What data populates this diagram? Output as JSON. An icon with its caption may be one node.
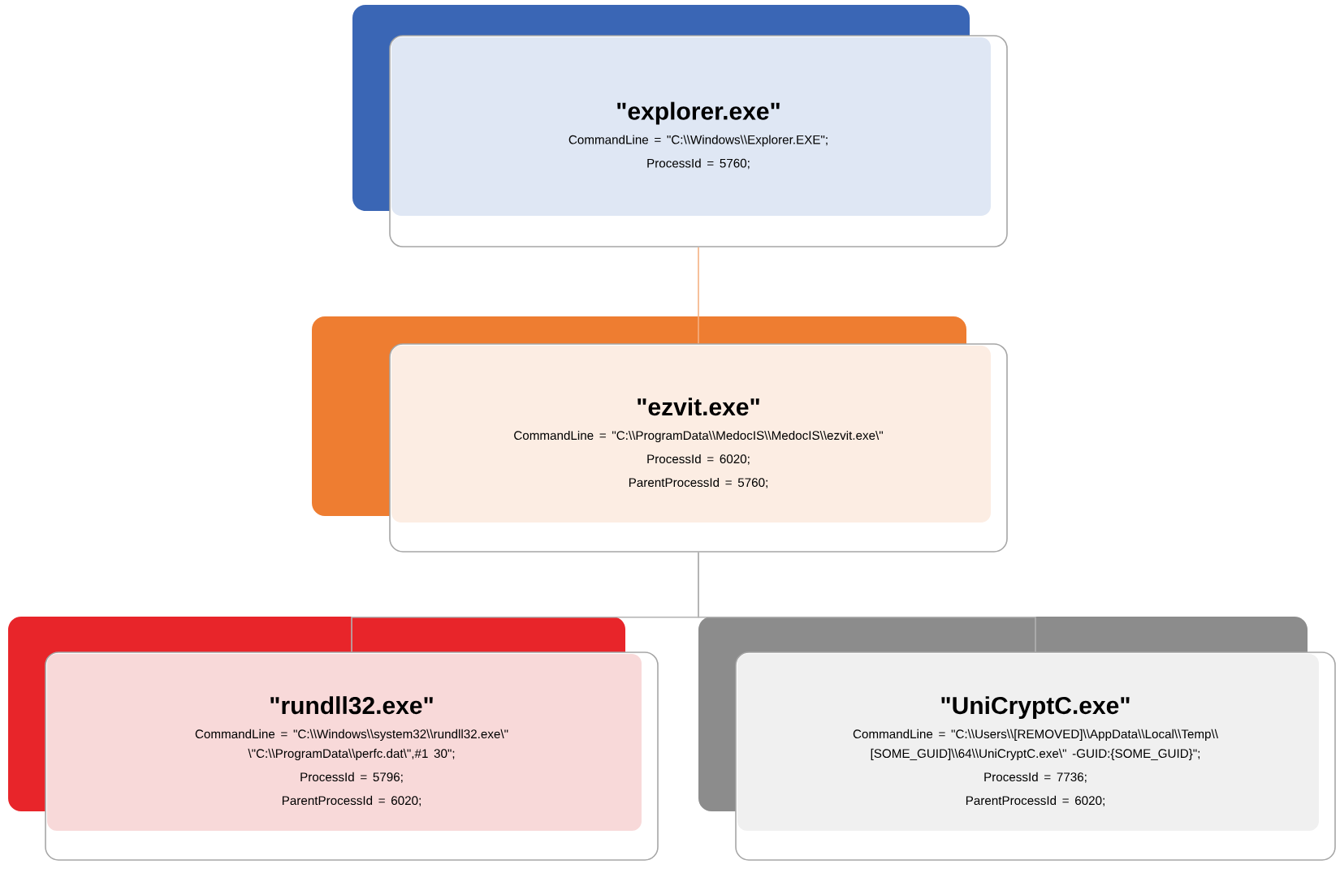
{
  "diagram": {
    "nodes": [
      {
        "text": [
          "\"explorer.exe\"",
          "CommandLine = \"C:\\\\Windows\\\\Explorer.EXE\";",
          "ProcessId = 5760;"
        ]
      },
      {
        "text": [
          "\"ezvit.exe\"",
          "CommandLine = \"C:\\\\ProgramData\\\\MedocIS\\\\MedocIS\\\\ezvit.exe\\\"",
          "ProcessId = 6020;",
          "ParentProcessId = 5760;"
        ]
      },
      {
        "text": [
          "\"rundll32.exe\"",
          "CommandLine = \"C:\\\\Windows\\\\system32\\\\rundll32.exe\\\" \\\"C:\\\\ProgramData\\\\perfc.dat\\\",#1 30\";",
          "ProcessId = 5796;",
          "ParentProcessId = 6020;"
        ]
      },
      {
        "text": [
          "\"UniCryptC.exe\"",
          "CommandLine = \"C:\\\\Users\\\\[REMOVED]\\\\AppData\\\\Local\\\\Temp\\\\ [SOME_GUID]\\\\64\\\\UniCryptC.exe\\\" -GUID:{SOME_GUID}\";",
          "ProcessId = 7736;",
          "ParentProcessId = 6020;"
        ]
      }
    ],
    "edges": [
      {
        "from": 0,
        "to": 1,
        "arrow": "none",
        "color": "#f4b183"
      },
      {
        "from": 1,
        "to": 2,
        "arrow": "none"
      },
      {
        "from": 1,
        "to": 3,
        "arrow": "none"
      }
    ]
  }
}
